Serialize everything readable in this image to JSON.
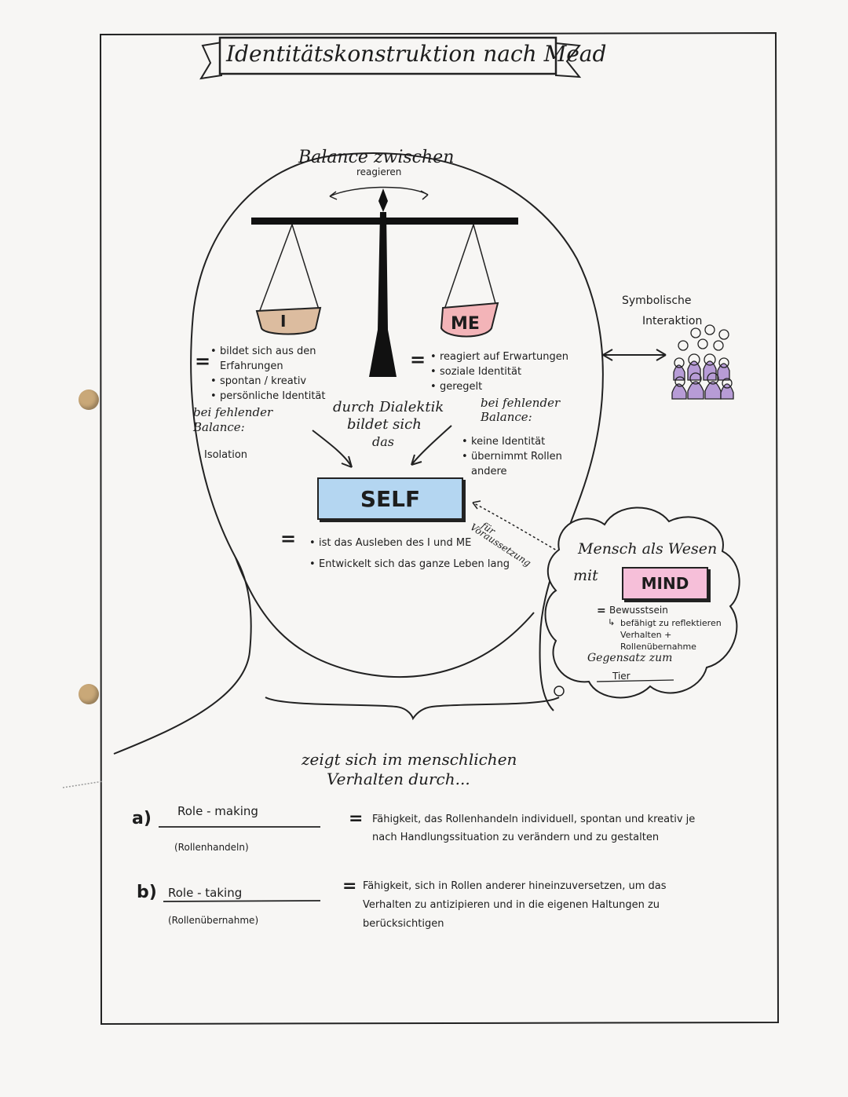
{
  "title": "Identitätskonstruktion nach Mead",
  "balance": {
    "heading": "Balance zwischen",
    "sub": "reagieren"
  },
  "i_box": "I",
  "me_box": "ME",
  "i_list": [
    "bildet sich aus den Erfahrungen",
    "spontan / kreativ",
    "persönliche Identität"
  ],
  "i_fehlend": {
    "label": "bei fehlender Balance:",
    "result": "Isolation"
  },
  "me_list": [
    "reagiert auf Erwartungen",
    "soziale Identität",
    "geregelt"
  ],
  "me_fehlend": {
    "label": "bei fehlender Balance:",
    "items": [
      "keine Identität",
      "übernimmt Rollen andere"
    ]
  },
  "dialektik": [
    "durch Dialektik",
    "bildet sich",
    "das"
  ],
  "self_box": "SELF",
  "self_list": [
    "ist das Ausleben des I und ME",
    "Entwickelt sich das ganze Leben lang"
  ],
  "voraussetzung": [
    "Voraussetzung",
    "für"
  ],
  "symbolisch": [
    "Symbolische",
    "Interaktion"
  ],
  "mind": {
    "intro_1": "Mensch als Wesen",
    "intro_2": "mit",
    "box": "MIND",
    "equals": "Bewusstsein",
    "befaehigt": "befähigt zu reflektieren Verhalten + Rollenübernahme",
    "gegensatz": "Gegensatz zum",
    "tier": "Tier"
  },
  "verhalten": [
    "zeigt sich im menschlichen",
    "Verhalten durch..."
  ],
  "role_making": {
    "marker": "a)",
    "title": "Role - making",
    "sub": "(Rollenhandeln)",
    "desc": "Fähigkeit, das Rollenhandeln individuell, spontan und kreativ je nach Handlungssituation zu verändern und zu gestalten"
  },
  "role_taking": {
    "marker": "b)",
    "title": "Role - taking",
    "sub": "(Rollenübernahme)",
    "desc": "Fähigkeit, sich in Rollen anderer hineinzuversetzen, um das Verhalten zu antizipieren und in die eigenen Haltungen zu berücksichtigen"
  },
  "colors": {
    "i": "#dcbc9f",
    "me": "#f3b4b8",
    "self": "#b4d6f1",
    "mind": "#f6bfd9",
    "people": "#b79cd6"
  }
}
